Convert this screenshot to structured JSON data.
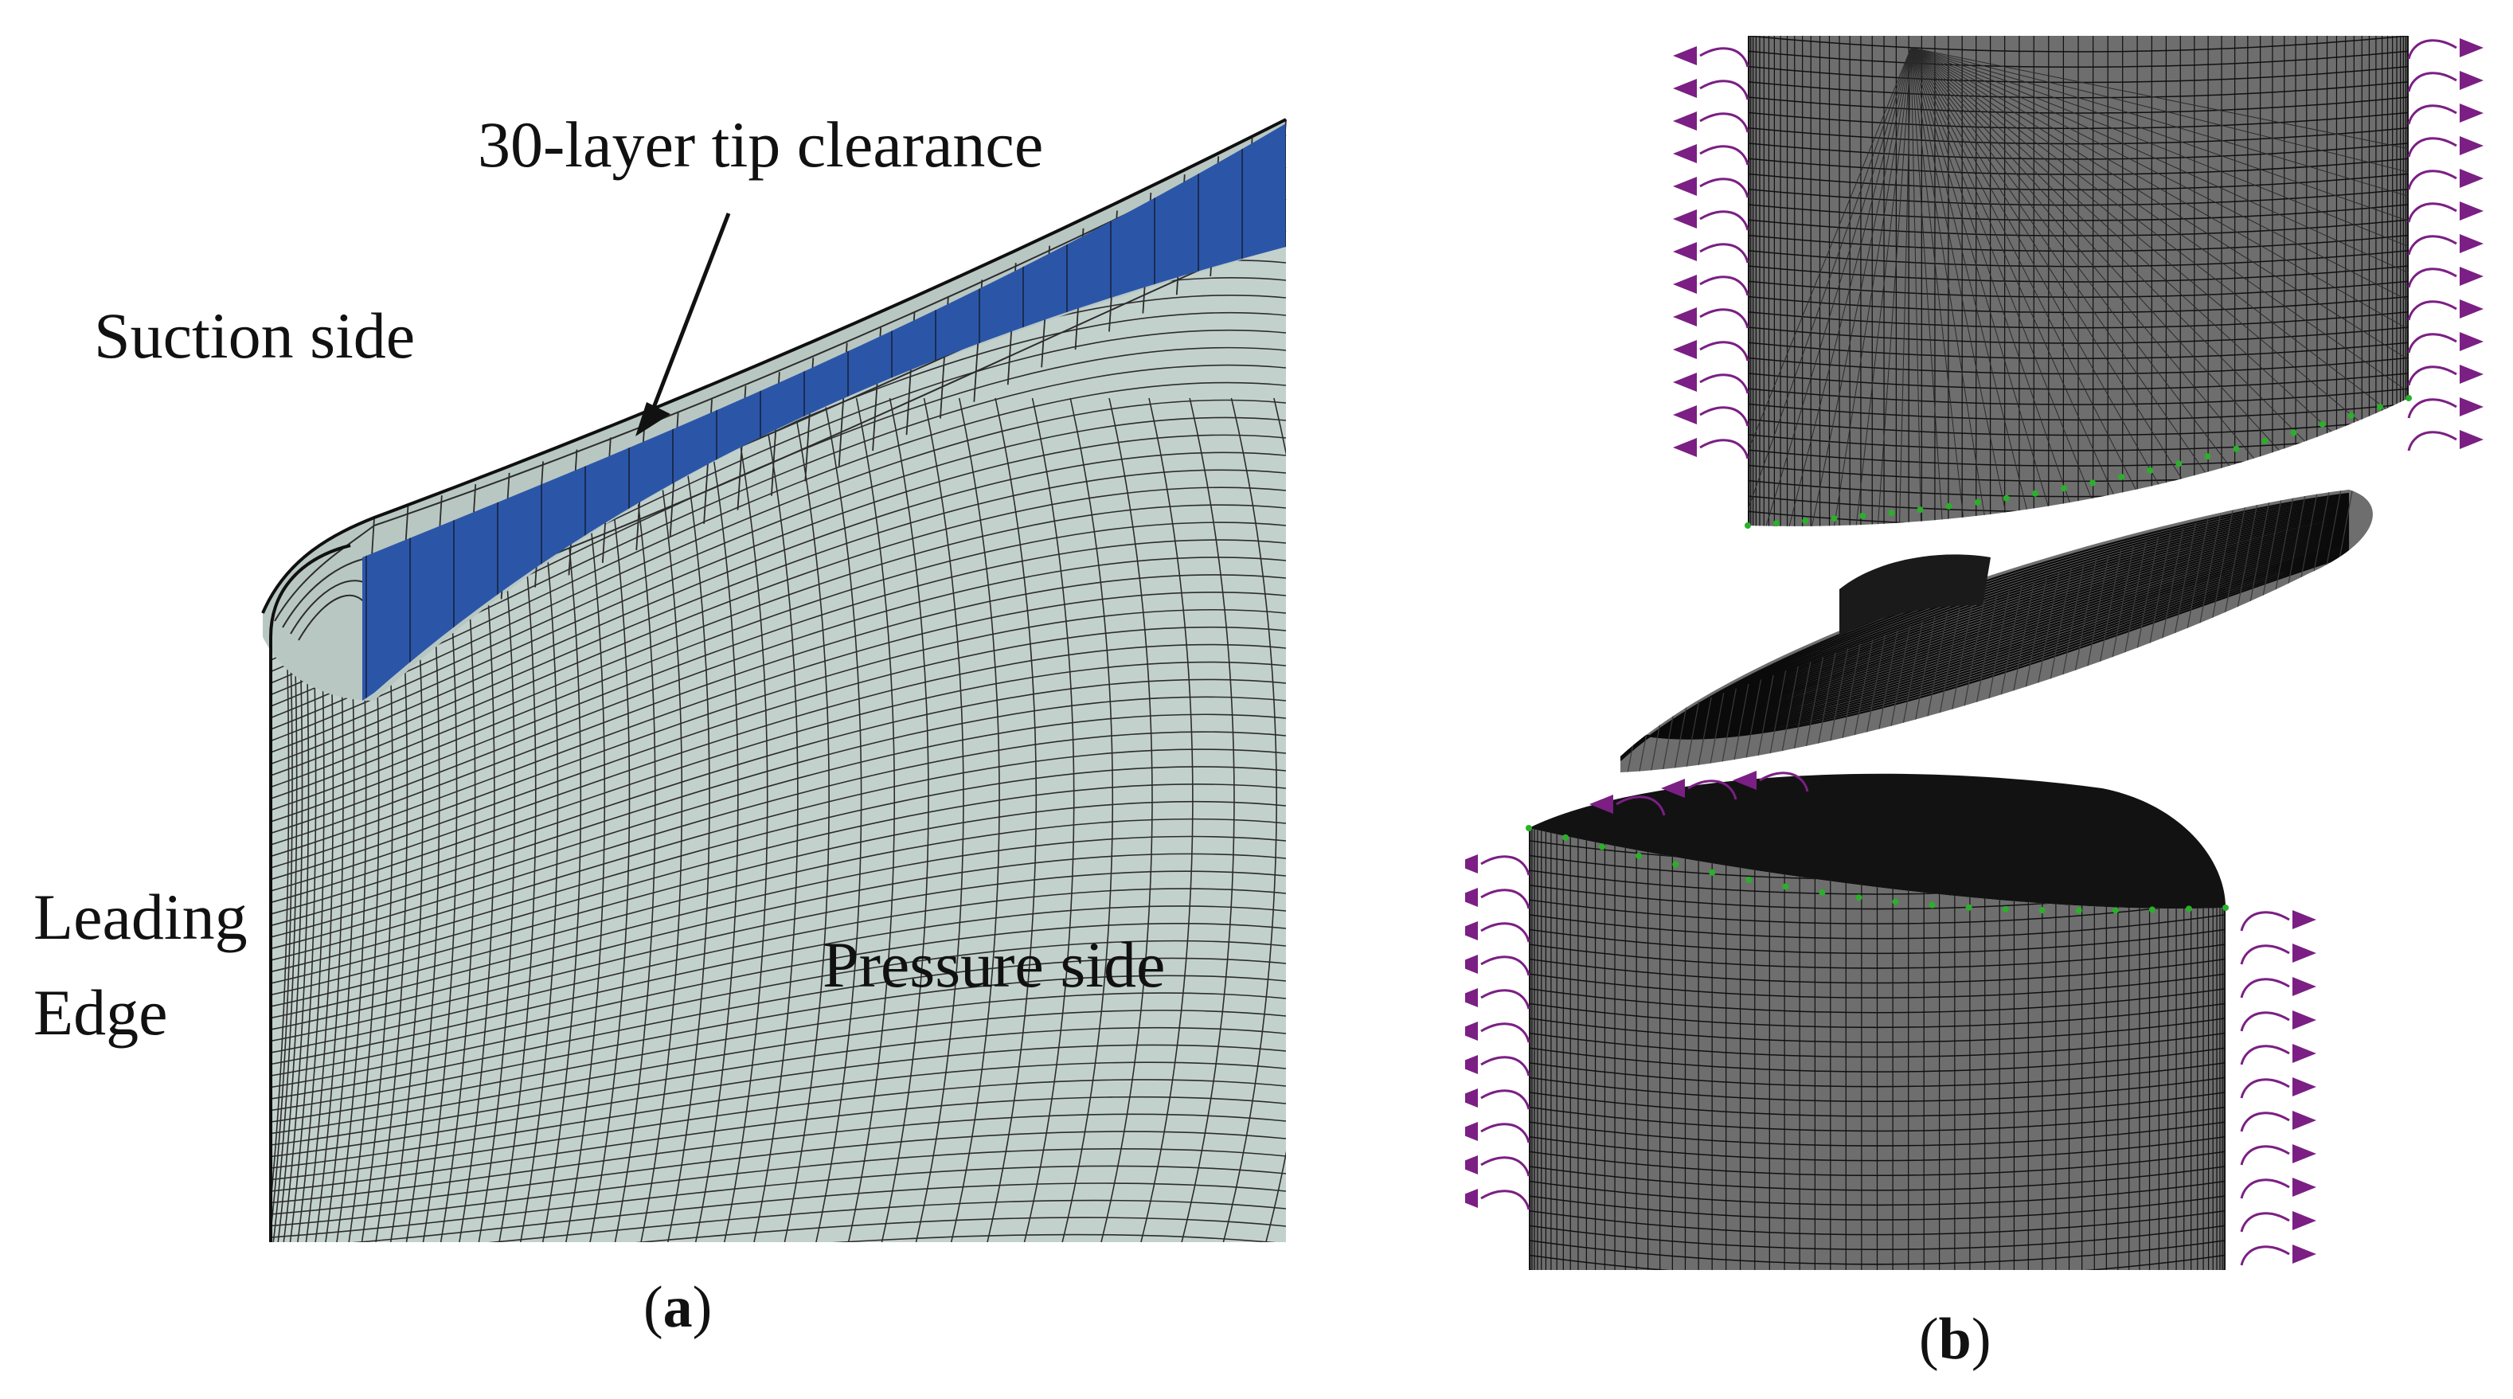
{
  "panels": [
    {
      "id": "a",
      "sublabel_open": "(",
      "sublabel_letter": "a",
      "sublabel_close": ")",
      "callout": "30-layer tip clearance",
      "suction_side": "Suction side",
      "leading_edge_line1": "Leading",
      "leading_edge_line2": "Edge",
      "pressure_side": "Pressure side"
    },
    {
      "id": "b",
      "sublabel_open": "(",
      "sublabel_letter": "b",
      "sublabel_close": ")"
    }
  ],
  "colors": {
    "blade_surface": "#c3d1cc",
    "tip_band": "#2b56a8",
    "mesh_line": "#2c2c2c",
    "mesh_dark": "#101010",
    "constraint_arrow": "#7b1f84",
    "node_marker": "#2bb02b"
  }
}
